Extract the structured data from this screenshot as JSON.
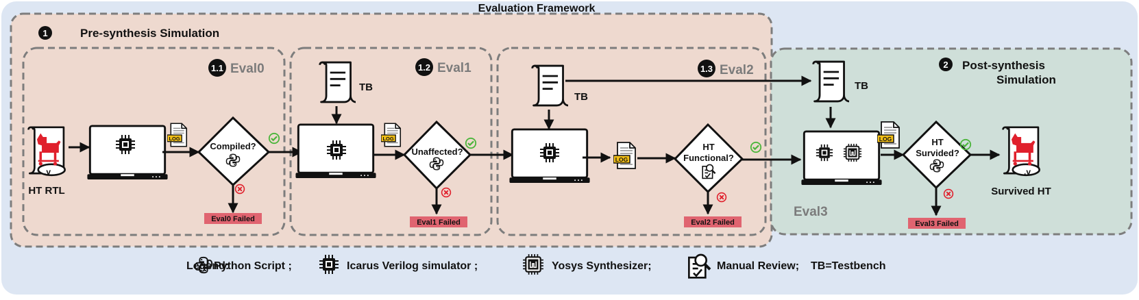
{
  "title": "Evaluation Framework",
  "stage1": {
    "number": "1",
    "label": "Pre-synthesis Simulation"
  },
  "stage2": {
    "number": "2",
    "label_line1": "Post-synthesis",
    "label_line2": "Simulation"
  },
  "evals": [
    {
      "number": "1.1",
      "name": "Eval0",
      "decision": "Compiled?",
      "failed": "Eval0 Failed"
    },
    {
      "number": "1.2",
      "name": "Eval1",
      "decision": "Unaffected?",
      "failed": "Eval1 Failed"
    },
    {
      "number": "1.3",
      "name": "Eval2",
      "decision_line1": "HT",
      "decision_line2": "Functional?",
      "failed": "Eval2 Failed"
    },
    {
      "name": "Eval3",
      "decision_line1": "HT",
      "decision_line2": "Survided?",
      "failed": "Eval3 Failed"
    }
  ],
  "input_label": "HT RTL",
  "output_label": "Survived HT",
  "file_ext": ".v",
  "tb_label": "TB",
  "log_label": "LOG",
  "legend": {
    "prefix": "Legend:",
    "python": "Python Script ;",
    "icarus": "Icarus Verilog simulator ;",
    "yosys": "Yosys Synthesizer;",
    "manual": "Manual Review;",
    "tb": "TB=Testbench"
  },
  "colors": {
    "outer_bg": "#dde6f3",
    "pre_synthesis_bg": "#eed9cf",
    "post_synthesis_bg": "#cfdfd9",
    "failed_badge": "#e06470",
    "pass_check": "#4bb53b",
    "fail_x": "#e0202c",
    "log_tag": "#f2bf16",
    "trojan_red": "#e0202c"
  },
  "icons": [
    "trojan-horse-icon",
    "scroll-document-icon",
    "laptop-icon",
    "chip-icon",
    "yosys-chip-icon",
    "python-icon",
    "log-file-icon",
    "check-icon",
    "cross-icon",
    "manual-review-icon"
  ]
}
